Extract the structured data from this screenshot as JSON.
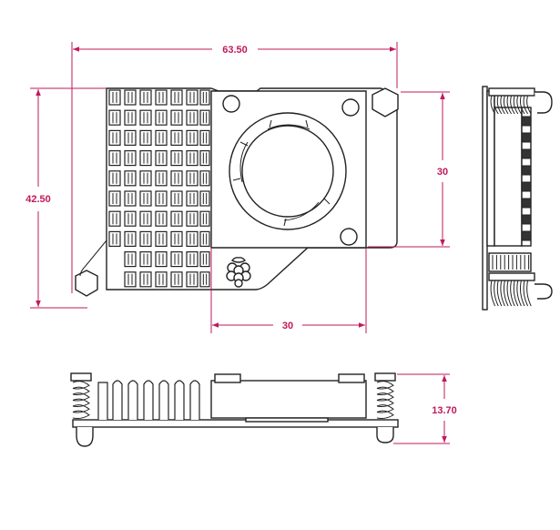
{
  "dimensions": {
    "width_top": "63.50",
    "height_left": "42.50",
    "fan_height": "30",
    "fan_width": "30",
    "height_side": "13.70"
  },
  "colors": {
    "dimension": "#c2185b",
    "outline": "#222222",
    "background": "#ffffff"
  },
  "icons": {
    "logo": "raspberry-logo-icon"
  }
}
